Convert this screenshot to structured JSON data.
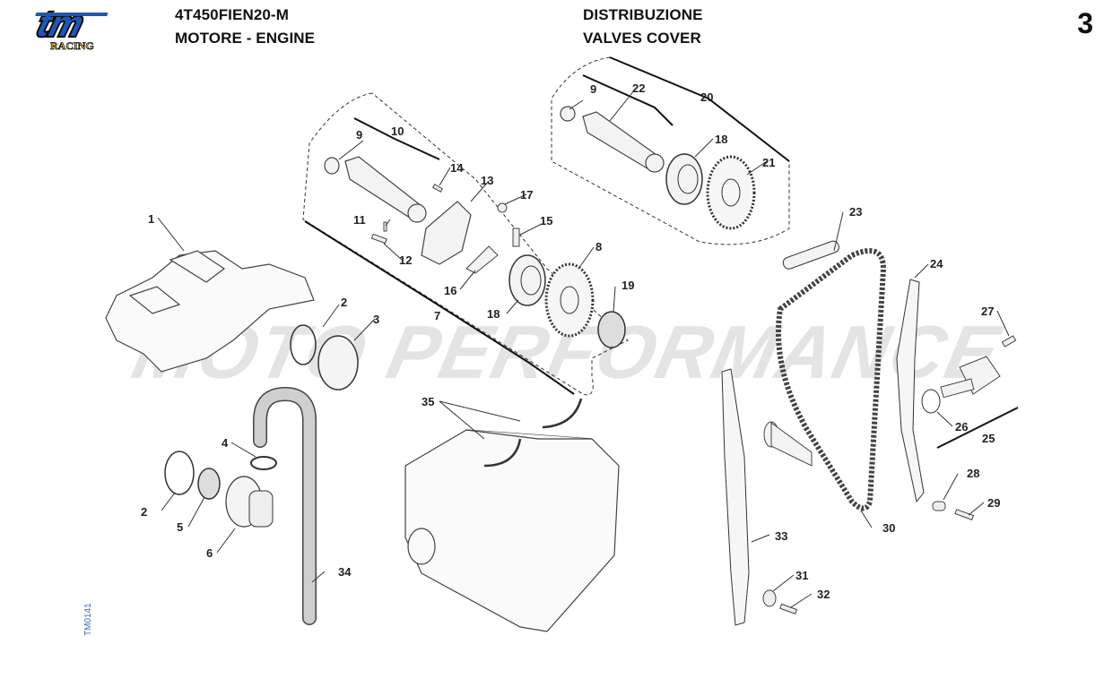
{
  "header": {
    "code": "4T450FIEN20-M",
    "group_it_en": "MOTORE - ENGINE",
    "section_it": "DISTRIBUZIONE",
    "section_en": "VALVES COVER",
    "page_number": "3"
  },
  "logo": {
    "brand": "tm",
    "sub": "RACING",
    "brand_color": "#1f57b8",
    "sub_color": "#f2c21b"
  },
  "watermark": "MOTO PERFORMANCE",
  "drawing_code": "TM0141",
  "callouts": [
    {
      "num": "1",
      "part": "valves-cover"
    },
    {
      "num": "2",
      "part": "o-ring"
    },
    {
      "num": "3",
      "part": "cap"
    },
    {
      "num": "4",
      "part": "hose-clamp"
    },
    {
      "num": "5",
      "part": "seal-ring"
    },
    {
      "num": "6",
      "part": "breather-fitting"
    },
    {
      "num": "7",
      "part": "exhaust-camshaft-assembly"
    },
    {
      "num": "8",
      "part": "sprocket"
    },
    {
      "num": "9",
      "part": "cap-plug"
    },
    {
      "num": "10",
      "part": "camshaft"
    },
    {
      "num": "11",
      "part": "pin"
    },
    {
      "num": "12",
      "part": "pin"
    },
    {
      "num": "13",
      "part": "decompressor-plate"
    },
    {
      "num": "14",
      "part": "pin"
    },
    {
      "num": "15",
      "part": "spring"
    },
    {
      "num": "16",
      "part": "decompressor-lever"
    },
    {
      "num": "17",
      "part": "screw"
    },
    {
      "num": "18",
      "part": "bearing"
    },
    {
      "num": "19",
      "part": "decompressor-weight"
    },
    {
      "num": "20",
      "part": "intake-camshaft-assembly"
    },
    {
      "num": "21",
      "part": "sprocket"
    },
    {
      "num": "22",
      "part": "camshaft"
    },
    {
      "num": "23",
      "part": "upper-chain-guide"
    },
    {
      "num": "24",
      "part": "tensioner-slider"
    },
    {
      "num": "25",
      "part": "chain-tensioner"
    },
    {
      "num": "26",
      "part": "gasket"
    },
    {
      "num": "27",
      "part": "screw"
    },
    {
      "num": "28",
      "part": "bushing"
    },
    {
      "num": "29",
      "part": "screw"
    },
    {
      "num": "30",
      "part": "timing-chain"
    },
    {
      "num": "31",
      "part": "washer"
    },
    {
      "num": "32",
      "part": "screw"
    },
    {
      "num": "33",
      "part": "chain-guide"
    },
    {
      "num": "34",
      "part": "breather-hose"
    },
    {
      "num": "35",
      "part": "half-ring"
    }
  ]
}
